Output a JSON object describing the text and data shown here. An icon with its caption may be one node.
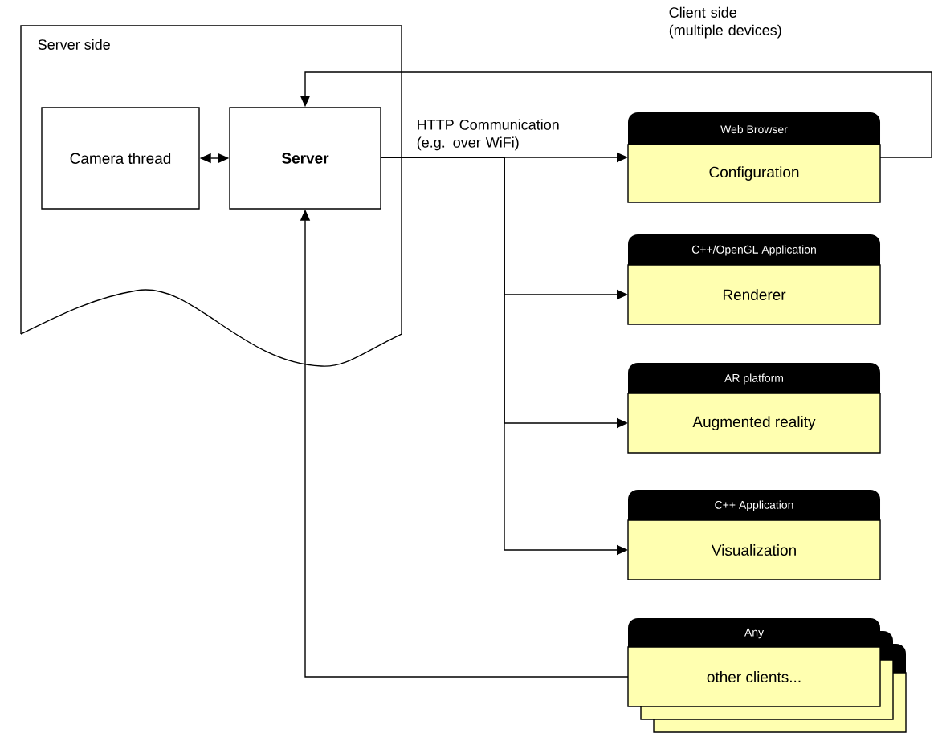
{
  "diagram": {
    "nodes": [
      {
        "text": [
          "Server side"
        ]
      },
      {
        "text": [
          "Camera thread"
        ],
        "in": 0
      },
      {
        "text": [
          "**Server**"
        ],
        "in": 0
      },
      {
        "text": [
          "Web Browser",
          "Configuration"
        ]
      },
      {
        "text": [
          "C++/OpenGL Application",
          "Renderer"
        ]
      },
      {
        "text": [
          "AR platform",
          "Augmented reality"
        ]
      },
      {
        "text": [
          "C++ Application",
          "Visualization"
        ]
      },
      {
        "text": [
          "Any",
          "other clients..."
        ]
      }
    ],
    "edges": [
      {
        "from": 1,
        "to": 2,
        "arrow": "both"
      },
      {
        "from": 2,
        "to": 3,
        "arrow": "to",
        "label": "HTTP Communication (e.g. over WiFi)"
      },
      {
        "from": 2,
        "to": 4,
        "arrow": "to"
      },
      {
        "from": 2,
        "to": 5,
        "arrow": "to"
      },
      {
        "from": 2,
        "to": 6,
        "arrow": "to"
      },
      {
        "from": 3,
        "to": 2,
        "arrow": "to"
      },
      {
        "from": 7,
        "to": 2,
        "arrow": "to"
      }
    ],
    "labels": [
      "Client side (multiple devices)"
    ]
  }
}
